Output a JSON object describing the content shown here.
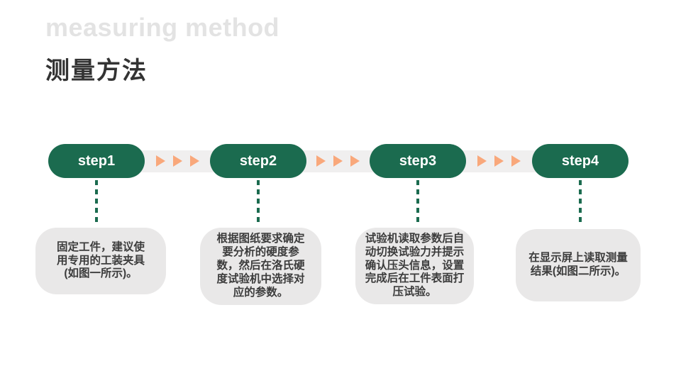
{
  "page": {
    "title_en": "measuring method",
    "title_cn": "测量方法"
  },
  "colors": {
    "green": "#1B6B4F",
    "orange": "#F9A87B",
    "track_gray": "#F0EFEF",
    "box_gray": "#E9E8E8",
    "title_light": "#E3E3E3",
    "text_dark": "#333333",
    "desc_text": "#3C3C3C"
  },
  "icons": {
    "arrow_glyph": "right-arrow-triangle"
  },
  "steps": [
    {
      "label": "step1",
      "description": "固定工件，建议使\n用专用的工装夹具\n(如图一所示)。"
    },
    {
      "label": "step2",
      "description": "根据图纸要求确定\n要分析的硬度参\n数，然后在洛氏硬\n度试验机中选择对\n应的参数。"
    },
    {
      "label": "step3",
      "description": "试验机读取参数后自\n动切换试验力并提示\n确认压头信息，设置\n完成后在工件表面打\n压试验。"
    },
    {
      "label": "step4",
      "description": "在显示屏上读取测量\n结果(如图二所示)。"
    }
  ]
}
